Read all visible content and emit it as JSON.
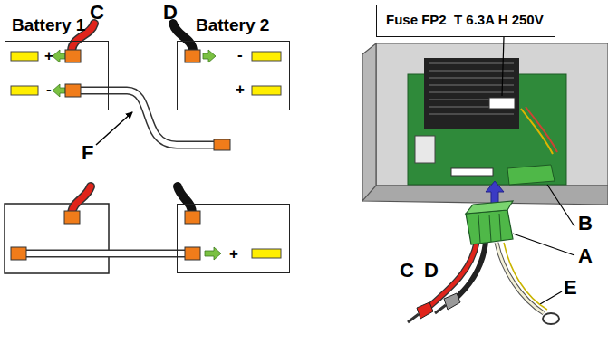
{
  "diagram": {
    "nodes": [
      {
        "text": [
          "Battery 1",
          "+",
          "-"
        ]
      },
      {
        "text": [
          "Battery 2",
          "-",
          "+"
        ]
      },
      {
        "text": [
          "+"
        ]
      },
      {
        "text": [
          "Fuse FP2  T 6.3A H 250V"
        ]
      }
    ],
    "labels": [
      "C",
      "D",
      "F",
      "B",
      "A",
      "C",
      "D",
      "E"
    ]
  }
}
